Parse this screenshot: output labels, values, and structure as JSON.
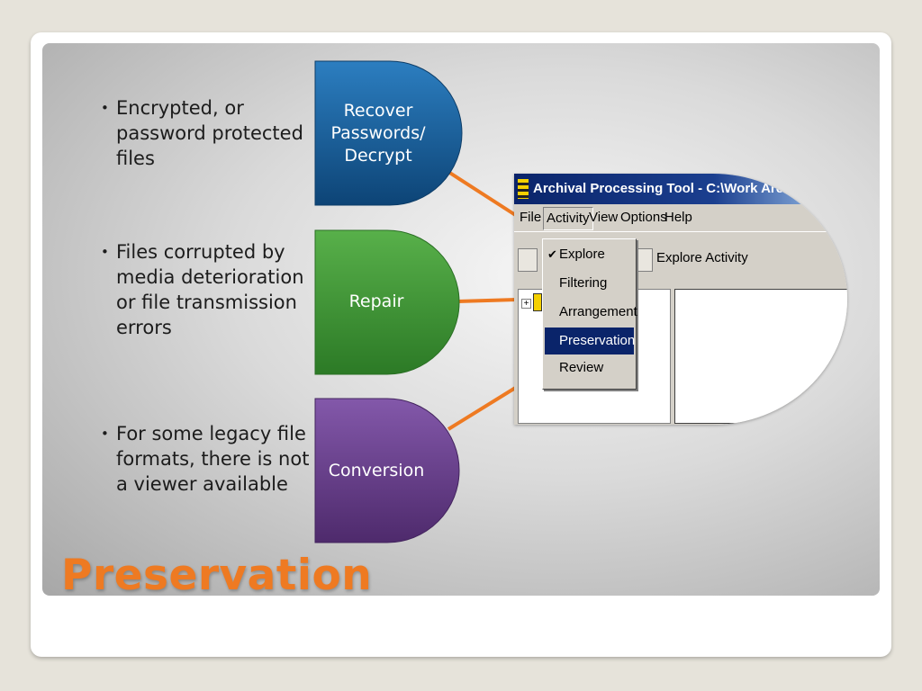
{
  "slide": {
    "title": "Preservation",
    "title_color": "#ee7a22",
    "bullets": [
      {
        "bullet": "•",
        "text": "Encrypted, or password protected files"
      },
      {
        "bullet": "•",
        "text": "Files corrupted by media deterioration or file transmission errors"
      },
      {
        "bullet": "•",
        "text": "For some legacy file formats, there is not a viewer available"
      }
    ],
    "process_shapes": [
      {
        "label_lines": [
          "Recover",
          "Passwords/",
          "Decrypt"
        ],
        "color": "#1a5f9a"
      },
      {
        "label_lines": [
          "Repair"
        ],
        "color": "#3f9a36"
      },
      {
        "label_lines": [
          "Conversion"
        ],
        "color": "#6a3d8e"
      }
    ],
    "connector_color": "#ee7a22"
  },
  "screenshot": {
    "window_title": "Archival Processing Tool - C:\\Work Area\\s",
    "menu": [
      "File",
      "Activity",
      "View",
      "Options",
      "Help"
    ],
    "active_menu": "Activity",
    "toolbar_label": "Explore Activity",
    "tree_expander": "+",
    "dropdown": [
      {
        "label": "Explore",
        "checked": true,
        "selected": false
      },
      {
        "label": "Filtering",
        "checked": false,
        "selected": false
      },
      {
        "label": "Arrangement",
        "checked": false,
        "selected": false
      },
      {
        "label": "Preservation",
        "checked": false,
        "selected": true
      },
      {
        "label": "Review",
        "checked": false,
        "selected": false
      }
    ],
    "check_glyph": "✔",
    "selection_color": "#0a246a"
  }
}
